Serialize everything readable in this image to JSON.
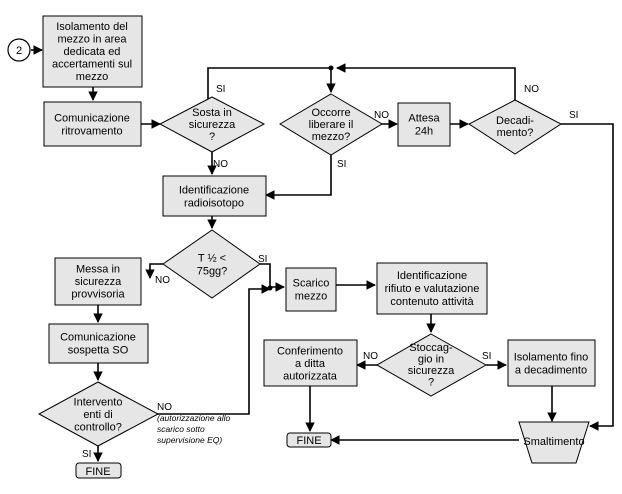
{
  "start_connector": "2",
  "nodes": {
    "isolamento": [
      "Isolamento del",
      "mezzo in area",
      "dedicata ed",
      "accertamenti sul",
      "mezzo"
    ],
    "comunicazione": [
      "Comunicazione",
      "ritrovamento"
    ],
    "sosta": [
      "Sosta in",
      "sicurezza",
      "?"
    ],
    "occorre": [
      "Occorre",
      "liberare il",
      "mezzo?"
    ],
    "attesa": [
      "Attesa",
      "24h"
    ],
    "decadimento": [
      "Decadi-",
      "mento?"
    ],
    "identificazione_radio": [
      "Identificazione",
      "radioisotopo"
    ],
    "t_half": [
      "T ½ <",
      "75gg?"
    ],
    "messa_sicurezza": [
      "Messa in",
      "sicurezza",
      "provvisoria"
    ],
    "scarico": [
      "Scarico",
      "mezzo"
    ],
    "identificazione_rifiuto": [
      "Identificazione",
      "rifiuto e valutazione",
      "contenuto attività"
    ],
    "comunicazione_so": [
      "Comunicazione",
      "sospetta SO"
    ],
    "stoccaggio": [
      "Stoccag-",
      "gio in",
      "sicurezza",
      "?"
    ],
    "conferimento": [
      "Conferimento",
      "a ditta",
      "autorizzata"
    ],
    "isolamento_fino": [
      "Isolamento fino",
      "a decadimento"
    ],
    "intervento": [
      "Intervento",
      "enti di",
      "controllo?"
    ],
    "smaltimento": [
      "Smaltimento"
    ],
    "fine_left": [
      "FINE"
    ],
    "fine_mid": [
      "FINE"
    ]
  },
  "edge_labels": {
    "si_sosta": "SI",
    "no_sosta": "NO",
    "no_occorre": "NO",
    "si_occorre": "SI",
    "no_decad": "NO",
    "si_decad": "SI",
    "si_thalf": "SI",
    "no_thalf": "NO",
    "no_stocc": "NO",
    "si_stocc": "SI",
    "no_interv": "NO",
    "si_interv": "SI"
  },
  "note": [
    "(autorizzazione allo",
    "scarico sotto",
    "supervisione EQ)"
  ]
}
